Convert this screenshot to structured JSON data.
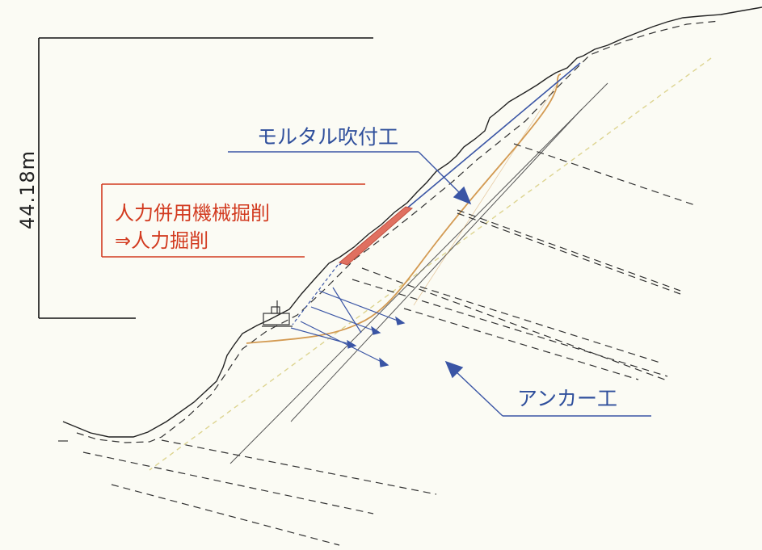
{
  "height_label": "44.18m",
  "excavation": {
    "line1": "人力併用機械掘削",
    "line2": "⇒人力掘削"
  },
  "mortar_label": "モルタル吹付工",
  "anchor_label": "アンカー工",
  "colors": {
    "ground_line": "#222222",
    "dashed_line": "#333333",
    "blue_line": "#3a55a5",
    "orange_curve": "#d39a52",
    "light_dashed": "#d9d08a",
    "red_fill": "#e07060",
    "red_text": "#d23a1f",
    "blue_text": "#2f4f9c"
  }
}
